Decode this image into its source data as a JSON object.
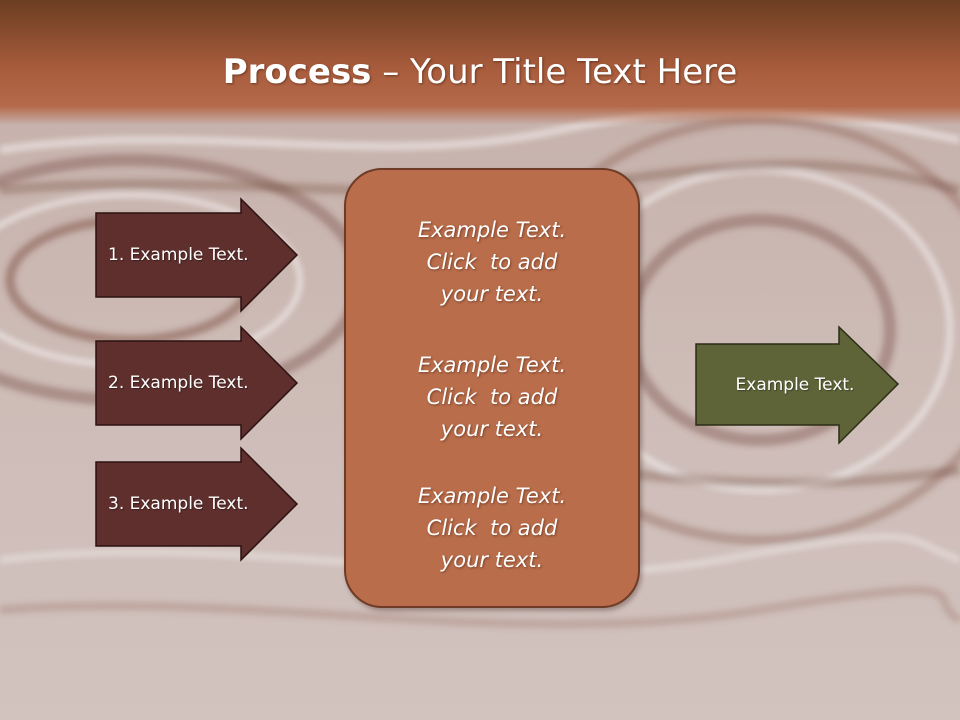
{
  "title": {
    "bold": "Process",
    "rest": " – Your Title Text Here"
  },
  "colors": {
    "header_band": "#a85c3c",
    "left_arrow_fill": "#5e2f2c",
    "center_box_fill": "#b96d4b",
    "right_arrow_fill": "#5e6438",
    "text": "#ffffff"
  },
  "left_arrows": [
    {
      "label": "1. Example Text."
    },
    {
      "label": "2. Example Text."
    },
    {
      "label": "3. Example Text."
    }
  ],
  "center_blocks": [
    {
      "line1": "Example Text.",
      "line2": "Click  to add",
      "line3": "your text."
    },
    {
      "line1": "Example Text.",
      "line2": "Click  to add",
      "line3": "your text."
    },
    {
      "line1": "Example Text.",
      "line2": "Click  to add",
      "line3": "your text."
    }
  ],
  "right_arrow": {
    "label": "Example Text."
  }
}
